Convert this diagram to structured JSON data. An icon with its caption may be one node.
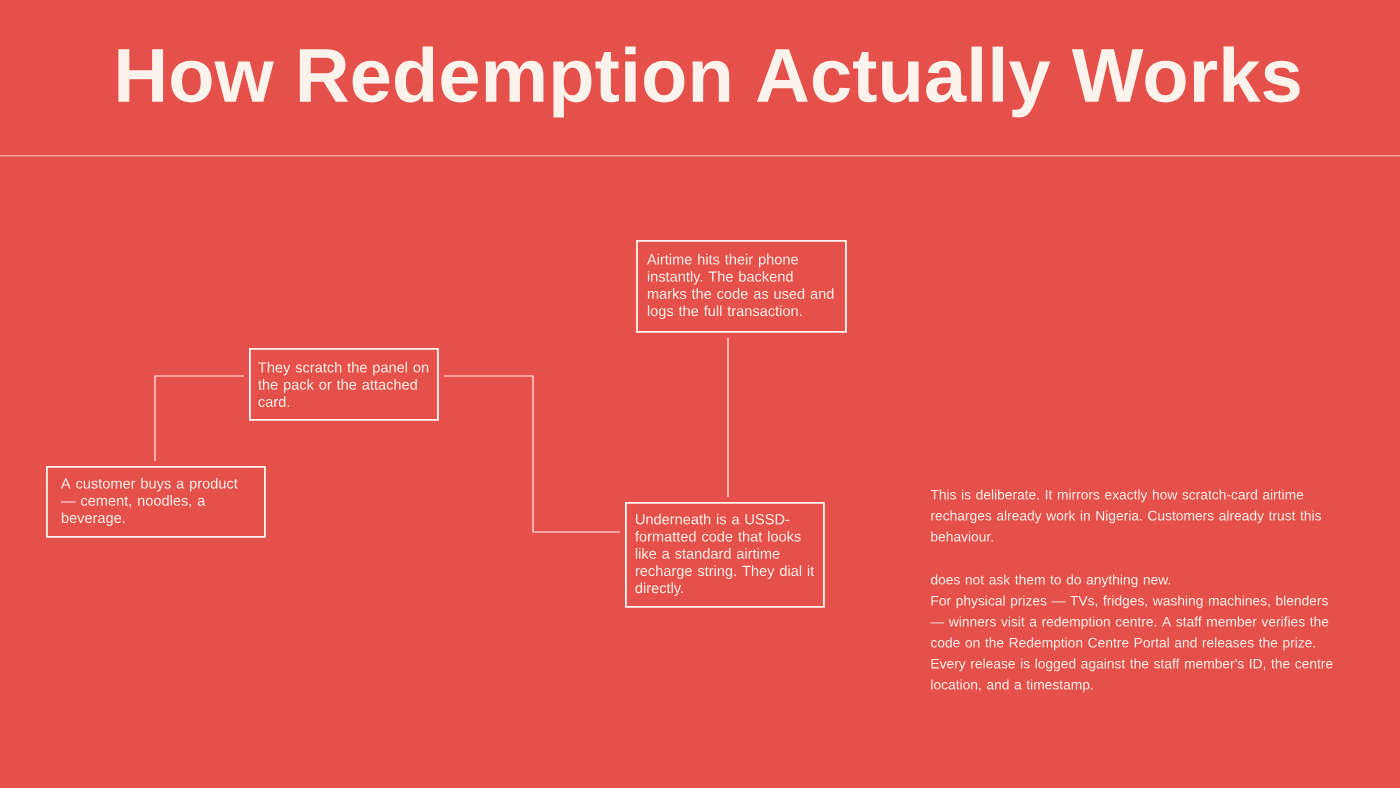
{
  "diagram": {
    "title": "How Redemption Actually Works",
    "nodes": [
      {
        "text": [
          "A customer buys a product — cement, noodles, a beverage."
        ]
      },
      {
        "text": [
          "They scratch the panel on the pack or the attached card."
        ]
      },
      {
        "text": [
          "Underneath is a USSD-formatted code that looks like a standard airtime recharge string. They dial it directly."
        ]
      },
      {
        "text": [
          "Airtime hits their phone instantly. The backend marks the code as used and logs the full transaction."
        ]
      }
    ],
    "edges": [
      {
        "from": 0,
        "to": 1,
        "arrow": "none"
      },
      {
        "from": 1,
        "to": 2,
        "arrow": "none"
      },
      {
        "from": 2,
        "to": 3,
        "arrow": "none"
      }
    ],
    "labels": [
      "This is deliberate. It mirrors exactly how scratch-card airtime recharges already work in Nigeria. Customers already trust this behaviour.",
      "does not ask them to do anything new.",
      "For physical prizes — TVs, fridges, washing machines, blenders — winners visit a redemption centre. A staff member verifies the code on the Redemption Centre Portal and releases the prize. Every release is logged against the staff member's ID, the centre location, and a timestamp."
    ]
  }
}
